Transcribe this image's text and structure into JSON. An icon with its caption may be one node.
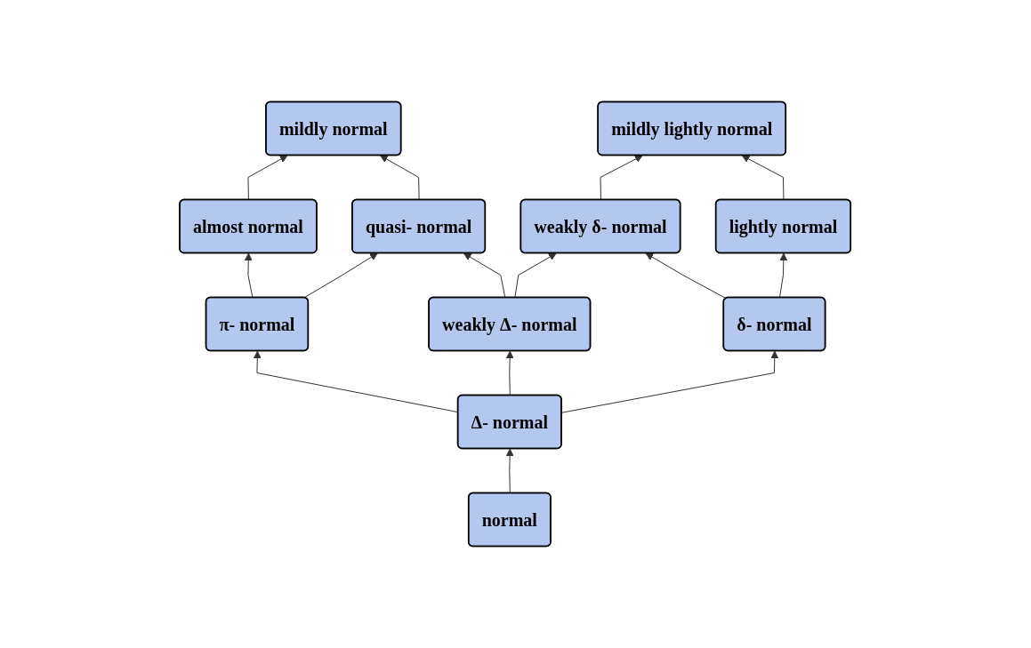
{
  "diagram": {
    "nodes": [
      {
        "text": [
          "mildly normal"
        ]
      },
      {
        "text": [
          "mildly lightly normal"
        ]
      },
      {
        "text": [
          "quasi- normal"
        ]
      },
      {
        "text": [
          "weakly δ- normal"
        ]
      },
      {
        "text": [
          "almost normal"
        ]
      },
      {
        "text": [
          "weakly Δ- normal"
        ]
      },
      {
        "text": [
          "lightly normal"
        ]
      },
      {
        "text": [
          "π- normal"
        ]
      },
      {
        "text": [
          "δ- normal"
        ]
      },
      {
        "text": [
          "Δ- normal"
        ]
      },
      {
        "text": [
          "normal"
        ]
      }
    ],
    "edges": [
      {
        "from": 10,
        "to": 9,
        "arrow": "to"
      },
      {
        "from": 9,
        "to": 7,
        "arrow": "to"
      },
      {
        "from": 9,
        "to": 5,
        "arrow": "to"
      },
      {
        "from": 9,
        "to": 8,
        "arrow": "to"
      },
      {
        "from": 7,
        "to": 4,
        "arrow": "to"
      },
      {
        "from": 7,
        "to": 2,
        "arrow": "to"
      },
      {
        "from": 5,
        "to": 2,
        "arrow": "to"
      },
      {
        "from": 5,
        "to": 3,
        "arrow": "to"
      },
      {
        "from": 8,
        "to": 3,
        "arrow": "to"
      },
      {
        "from": 8,
        "to": 6,
        "arrow": "to"
      },
      {
        "from": 4,
        "to": 0,
        "arrow": "to"
      },
      {
        "from": 2,
        "to": 0,
        "arrow": "to"
      },
      {
        "from": 3,
        "to": 1,
        "arrow": "to"
      },
      {
        "from": 6,
        "to": 1,
        "arrow": "to"
      }
    ]
  }
}
